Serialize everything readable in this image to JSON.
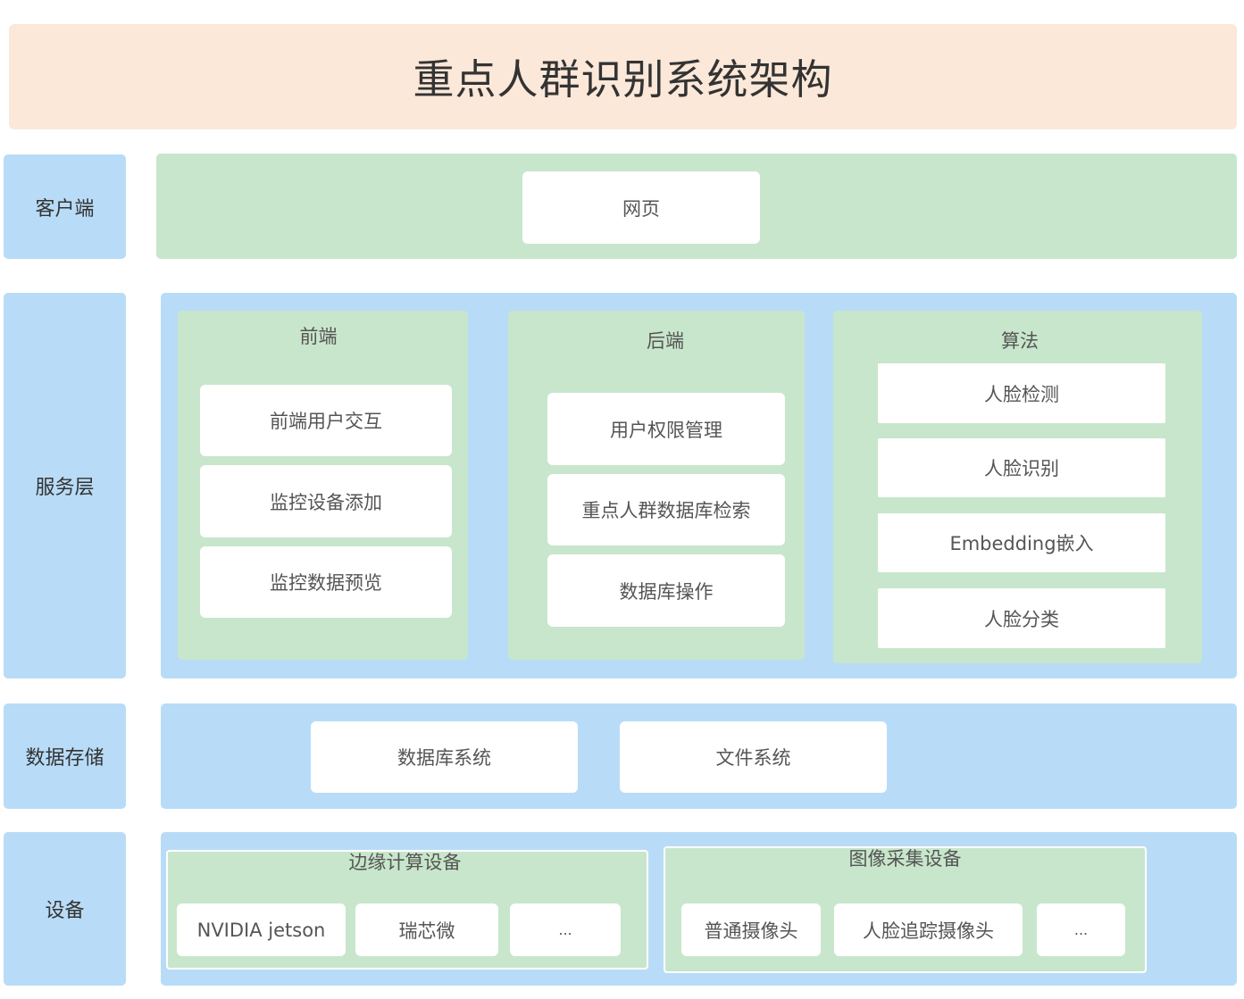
{
  "title": "重点人群识别系统架构",
  "layers": {
    "client": {
      "label": "客户端",
      "items": [
        "网页"
      ]
    },
    "service": {
      "label": "服务层",
      "frontend": {
        "title": "前端",
        "items": [
          "前端用户交互",
          "监控设备添加",
          "监控数据预览"
        ]
      },
      "backend": {
        "title": "后端",
        "items": [
          "用户权限管理",
          "重点人群数据库检索",
          "数据库操作"
        ]
      },
      "algorithm": {
        "title": "算法",
        "items": [
          "人脸检测",
          "人脸识别",
          "Embedding嵌入",
          "人脸分类"
        ]
      }
    },
    "storage": {
      "label": "数据存储",
      "items": [
        "数据库系统",
        "文件系统"
      ]
    },
    "device": {
      "label": "设备",
      "edge": {
        "title": "边缘计算设备",
        "items": [
          "NVIDIA jetson",
          "瑞芯微",
          "..."
        ]
      },
      "capture": {
        "title": "图像采集设备",
        "items": [
          "普通摄像头",
          "人脸追踪摄像头",
          "..."
        ]
      }
    }
  },
  "colors": {
    "title_bg": "#fbe8d9",
    "label_bg": "#b8dcf7",
    "green_panel": "#c8e6cb",
    "blue_panel": "#b8dcf7",
    "box_bg": "#ffffff"
  }
}
